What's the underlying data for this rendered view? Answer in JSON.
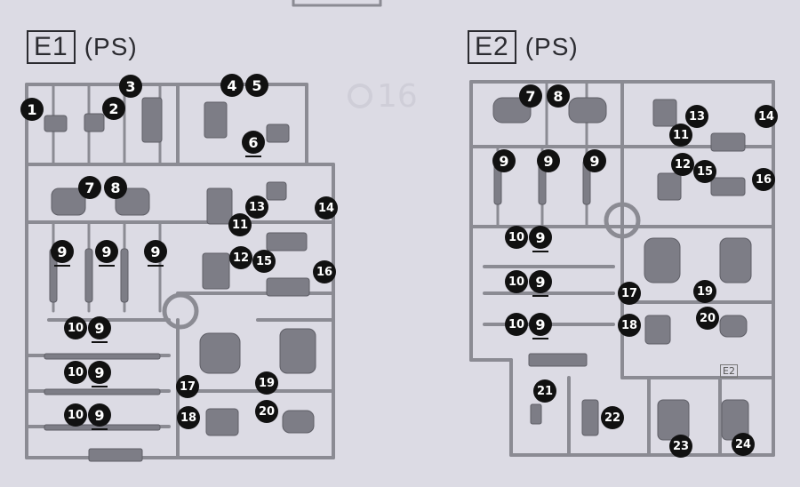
{
  "sprues": [
    {
      "code": "E1",
      "material": "(PS)",
      "labels": [
        {
          "n": "1",
          "u": false
        },
        {
          "n": "2",
          "u": false
        },
        {
          "n": "3",
          "u": false
        },
        {
          "n": "4",
          "u": false
        },
        {
          "n": "5",
          "u": false
        },
        {
          "n": "6",
          "u": true
        },
        {
          "n": "7",
          "u": false
        },
        {
          "n": "8",
          "u": false
        },
        {
          "n": "9",
          "u": true
        },
        {
          "n": "9",
          "u": true
        },
        {
          "n": "9",
          "u": true
        },
        {
          "n": "11",
          "u": false
        },
        {
          "n": "12",
          "u": false
        },
        {
          "n": "13",
          "u": false
        },
        {
          "n": "14",
          "u": false
        },
        {
          "n": "15",
          "u": false
        },
        {
          "n": "16",
          "u": false
        },
        {
          "n": "10",
          "u": false
        },
        {
          "n": "9",
          "u": true
        },
        {
          "n": "10",
          "u": false
        },
        {
          "n": "9",
          "u": true
        },
        {
          "n": "10",
          "u": false
        },
        {
          "n": "9",
          "u": true
        },
        {
          "n": "17",
          "u": false
        },
        {
          "n": "19",
          "u": false
        },
        {
          "n": "18",
          "u": false
        },
        {
          "n": "20",
          "u": false
        }
      ]
    },
    {
      "code": "E2",
      "material": "(PS)",
      "labels": [
        {
          "n": "7",
          "u": false
        },
        {
          "n": "8",
          "u": false
        },
        {
          "n": "13",
          "u": false
        },
        {
          "n": "14",
          "u": false
        },
        {
          "n": "11",
          "u": false
        },
        {
          "n": "12",
          "u": false
        },
        {
          "n": "15",
          "u": false
        },
        {
          "n": "16",
          "u": false
        },
        {
          "n": "9",
          "u": false
        },
        {
          "n": "9",
          "u": false
        },
        {
          "n": "9",
          "u": false
        },
        {
          "n": "10",
          "u": false
        },
        {
          "n": "9",
          "u": true
        },
        {
          "n": "10",
          "u": false
        },
        {
          "n": "9",
          "u": true
        },
        {
          "n": "10",
          "u": false
        },
        {
          "n": "9",
          "u": true
        },
        {
          "n": "17",
          "u": false
        },
        {
          "n": "19",
          "u": false
        },
        {
          "n": "18",
          "u": false
        },
        {
          "n": "20",
          "u": false
        },
        {
          "n": "21",
          "u": false
        },
        {
          "n": "22",
          "u": false
        },
        {
          "n": "23",
          "u": false
        },
        {
          "n": "24",
          "u": false
        }
      ]
    }
  ],
  "watermark": "16",
  "small_tag": "E2",
  "colors": {
    "background": "#dcdbe4",
    "runner": "#8b8b93",
    "part": "#7d7d86",
    "label": "#111111"
  }
}
